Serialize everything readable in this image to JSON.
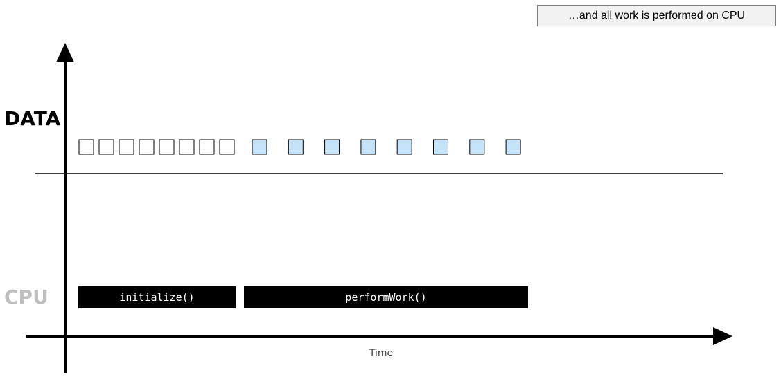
{
  "callout": {
    "text": "…and all work is performed on CPU"
  },
  "lanes": {
    "data_label": "DATA",
    "cpu_label": "CPU",
    "data_label_color": "#000000",
    "cpu_label_color": "#bfbfbf"
  },
  "axis": {
    "time_label": "Time"
  },
  "data_items": {
    "unprocessed_count": 8,
    "processed_count": 8,
    "unprocessed_fill": "#ffffff",
    "processed_fill": "#c5e3f8",
    "stroke": "#000000"
  },
  "tasks": [
    {
      "label": "initialize()"
    },
    {
      "label": "performWork()"
    }
  ]
}
